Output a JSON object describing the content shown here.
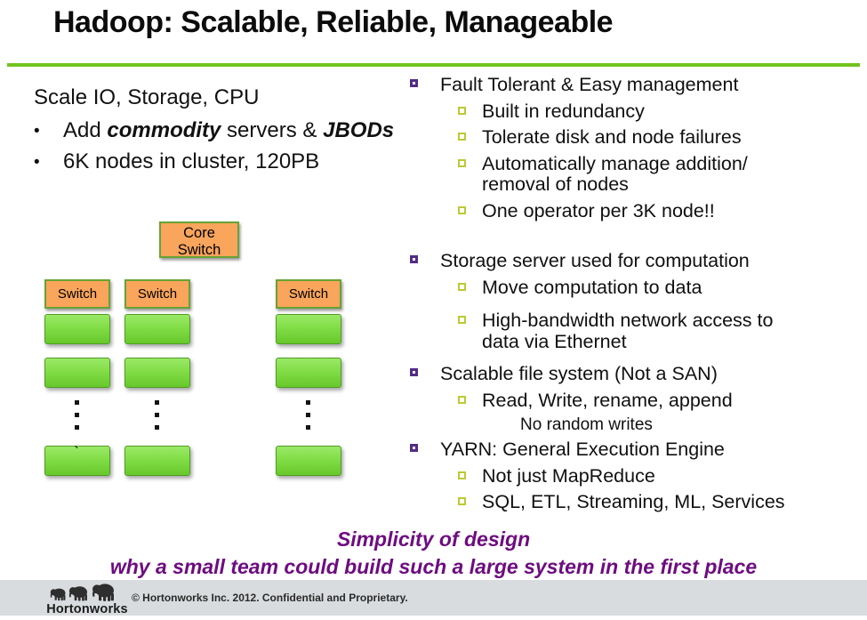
{
  "title": "Hadoop: Scalable, Reliable, Manageable",
  "colors": {
    "accent_rule_green": "#70c41f",
    "switch_orange": "#f9a55c",
    "switch_border_green": "#67a334",
    "node_green_top": "#9ae968",
    "node_green_bottom": "#67c82b",
    "bullet_purple": "#532c85",
    "bullet_yellow_green": "#bcca33",
    "tagline_purple": "#6e0c80",
    "footer_gray": "#d9dcde"
  },
  "left_panel": {
    "heading": "Scale IO, Storage, CPU",
    "bullet_glyph": "•",
    "bullets": [
      {
        "prefix": "Add ",
        "emphasis1": "commodity",
        "middle": " servers & ",
        "emphasis2": "JBODs"
      },
      {
        "text": "6K nodes in cluster, 120PB"
      }
    ]
  },
  "diagram": {
    "core_switch_label": "Core Switch",
    "switch_label": "Switch",
    "stray_mark": "`"
  },
  "right_panel": {
    "sections": [
      {
        "title": "Fault Tolerant & Easy management",
        "items": [
          [
            "Built in redundancy"
          ],
          [
            "Tolerate disk and node failures"
          ],
          [
            "Automatically manage addition/",
            "removal of nodes"
          ],
          [
            "One operator per 3K node!!"
          ]
        ]
      },
      {
        "title": "Storage server used for computation",
        "items": [
          [
            "Move computation to data"
          ],
          [
            "High-bandwidth network access to",
            "data via Ethernet"
          ]
        ]
      },
      {
        "title": "Scalable file system (Not a SAN)",
        "items": [
          [
            "Read, Write, rename, append"
          ]
        ],
        "note": "No random writes"
      },
      {
        "title": "YARN: General Execution Engine",
        "items": [
          [
            "Not just MapReduce"
          ],
          [
            "SQL, ETL, Streaming, ML, Services"
          ]
        ]
      }
    ]
  },
  "tagline": {
    "line1": "Simplicity of design",
    "line2": "why a small team could build such a large system in the first place"
  },
  "footer": {
    "logo_text": "Hortonworks",
    "copyright": "© Hortonworks Inc. 2012. Confidential and Proprietary."
  }
}
